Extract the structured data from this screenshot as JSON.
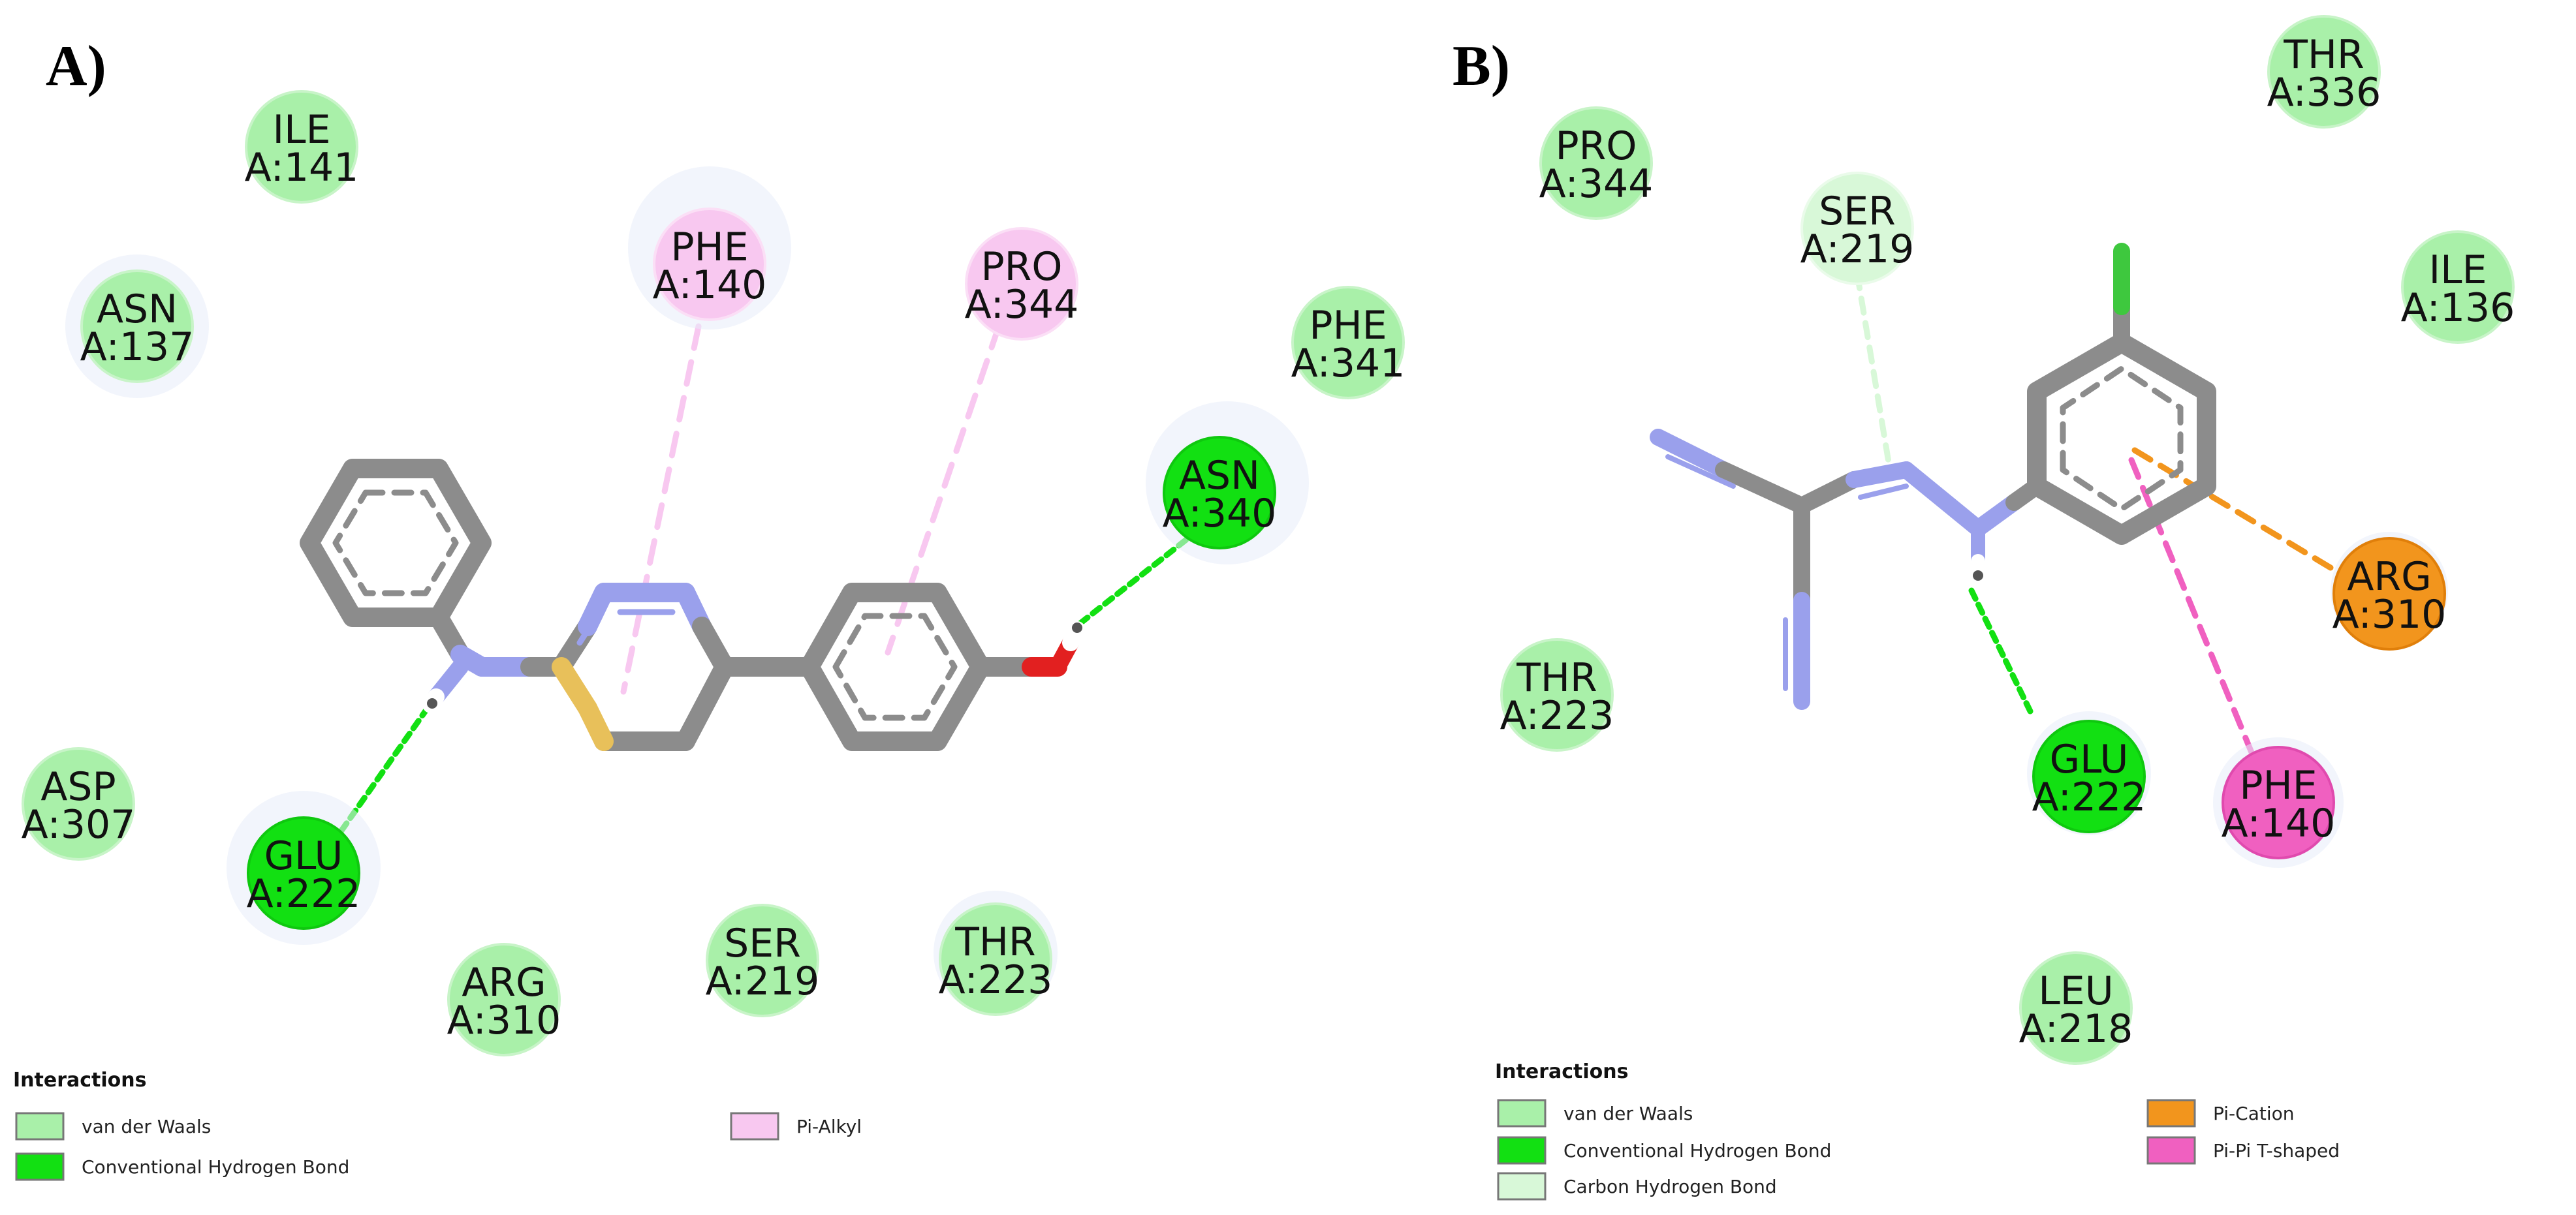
{
  "colors": {
    "vdw": "#a9f0a9",
    "conventional_hbond": "#12e012",
    "carbon_hbond": "#d8f8d8",
    "pi_alkyl": "#f8c8f0",
    "pi_cation": "#f2951d",
    "pi_pi_tshaped": "#f060c0",
    "bond": "#8c8c8c",
    "nitrogen": "#9aa0ec",
    "sulfur": "#e8c05a",
    "oxygen": "#e22020",
    "hydrogen": "#ffffff",
    "chlorine": "#3ec83e"
  },
  "panels": [
    {
      "id": "A",
      "label": "A)",
      "residues": [
        {
          "name": "ILE",
          "id": "A:141",
          "type": "vdw"
        },
        {
          "name": "ASN",
          "id": "A:137",
          "type": "vdw"
        },
        {
          "name": "PHE",
          "id": "A:140",
          "type": "pi_alkyl"
        },
        {
          "name": "PRO",
          "id": "A:344",
          "type": "pi_alkyl"
        },
        {
          "name": "PHE",
          "id": "A:341",
          "type": "vdw"
        },
        {
          "name": "ASN",
          "id": "A:340",
          "type": "conventional_hbond"
        },
        {
          "name": "ASP",
          "id": "A:307",
          "type": "vdw"
        },
        {
          "name": "GLU",
          "id": "A:222",
          "type": "conventional_hbond"
        },
        {
          "name": "ARG",
          "id": "A:310",
          "type": "vdw"
        },
        {
          "name": "SER",
          "id": "A:219",
          "type": "vdw"
        },
        {
          "name": "THR",
          "id": "A:223",
          "type": "vdw"
        }
      ],
      "legend_title": "Interactions",
      "legend": [
        {
          "label": "van der Waals",
          "type": "vdw"
        },
        {
          "label": "Conventional Hydrogen Bond",
          "type": "conventional_hbond"
        },
        {
          "label": "Pi-Alkyl",
          "type": "pi_alkyl"
        }
      ]
    },
    {
      "id": "B",
      "label": "B)",
      "residues": [
        {
          "name": "THR",
          "id": "A:336",
          "type": "vdw"
        },
        {
          "name": "PRO",
          "id": "A:344",
          "type": "vdw"
        },
        {
          "name": "SER",
          "id": "A:219",
          "type": "carbon_hbond"
        },
        {
          "name": "ILE",
          "id": "A:136",
          "type": "vdw"
        },
        {
          "name": "ARG",
          "id": "A:310",
          "type": "pi_cation"
        },
        {
          "name": "THR",
          "id": "A:223",
          "type": "vdw"
        },
        {
          "name": "GLU",
          "id": "A:222",
          "type": "conventional_hbond"
        },
        {
          "name": "PHE",
          "id": "A:140",
          "type": "pi_pi_tshaped"
        },
        {
          "name": "LEU",
          "id": "A:218",
          "type": "vdw"
        }
      ],
      "legend_title": "Interactions",
      "legend": [
        {
          "label": "van der Waals",
          "type": "vdw"
        },
        {
          "label": "Conventional Hydrogen Bond",
          "type": "conventional_hbond"
        },
        {
          "label": "Carbon Hydrogen Bond",
          "type": "carbon_hbond"
        },
        {
          "label": "Pi-Cation",
          "type": "pi_cation"
        },
        {
          "label": "Pi-Pi T-shaped",
          "type": "pi_pi_tshaped"
        }
      ]
    }
  ]
}
